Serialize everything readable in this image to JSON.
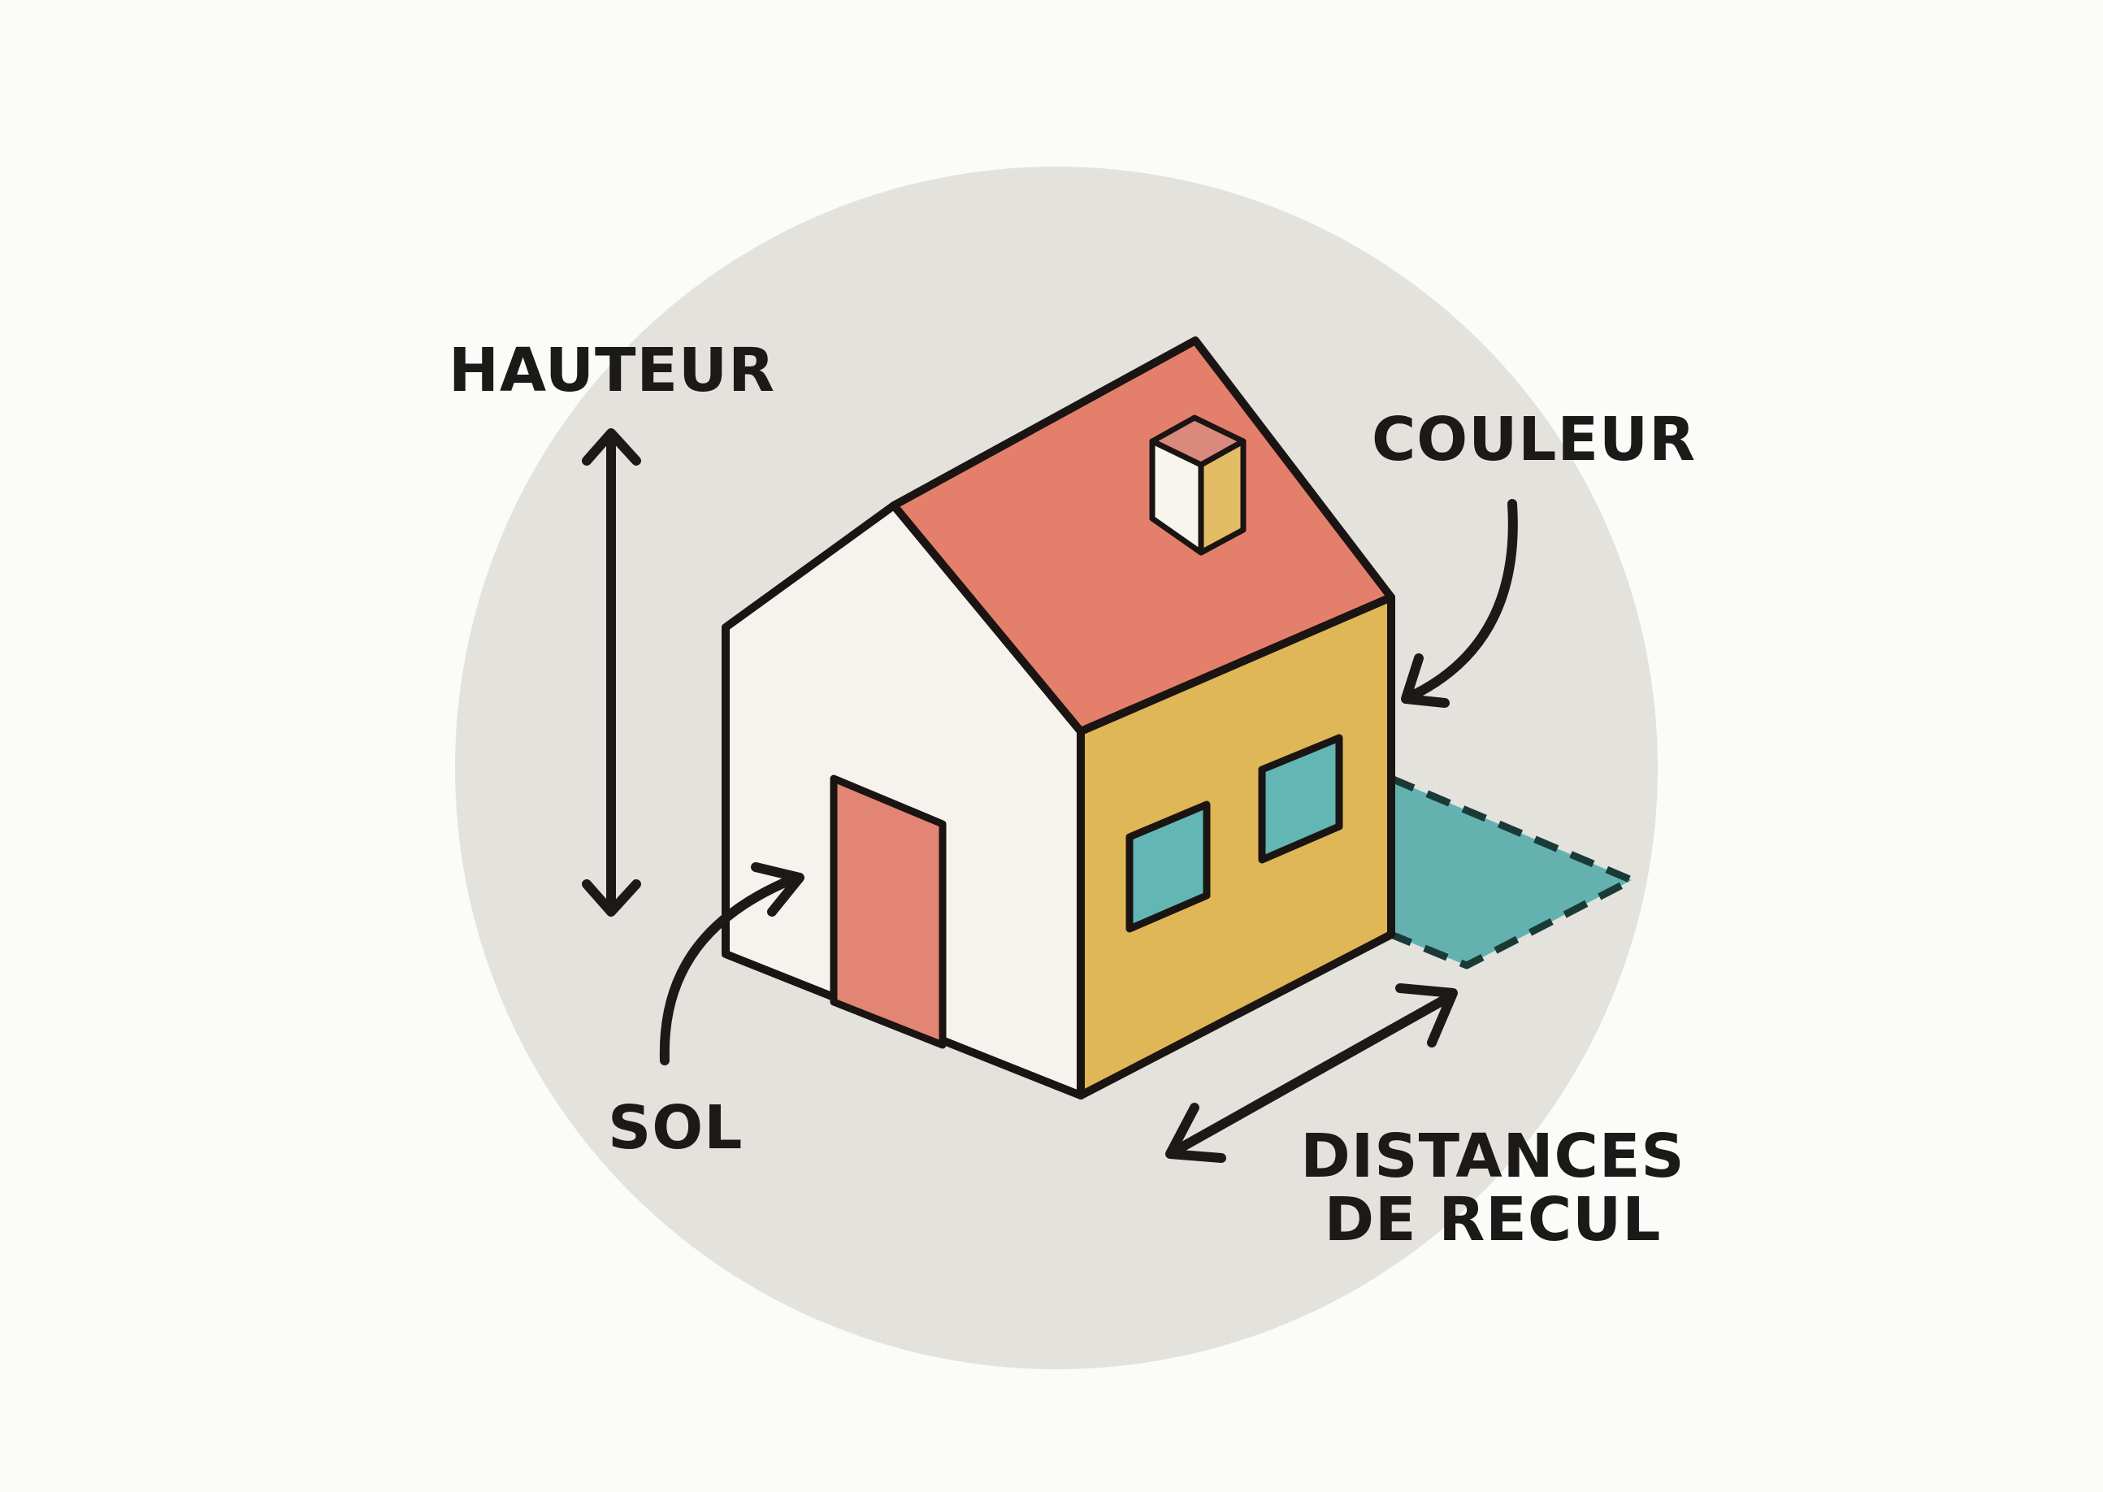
{
  "diagram": {
    "title": "",
    "labels": {
      "hauteur": "HAUTEUR",
      "couleur": "COULEUR",
      "sol": "SOL",
      "distances_line1": "DISTANCES",
      "distances_line2": "DE RECUL"
    },
    "colors": {
      "background": "#fbfbfa",
      "circle": "#e4e2dd",
      "roof": "#e47f6c",
      "front_wall": "#e0b756",
      "side_wall": "#f6f3ef",
      "door": "#e28574",
      "windows": "#62b6b4",
      "setback_area": "#63b2b0",
      "outline": "#1a1412"
    },
    "elements": [
      "house",
      "roof",
      "chimney",
      "door",
      "window-left",
      "window-right",
      "setback-area",
      "height-arrow",
      "color-arrow",
      "ground-arrow",
      "setback-arrow"
    ]
  }
}
